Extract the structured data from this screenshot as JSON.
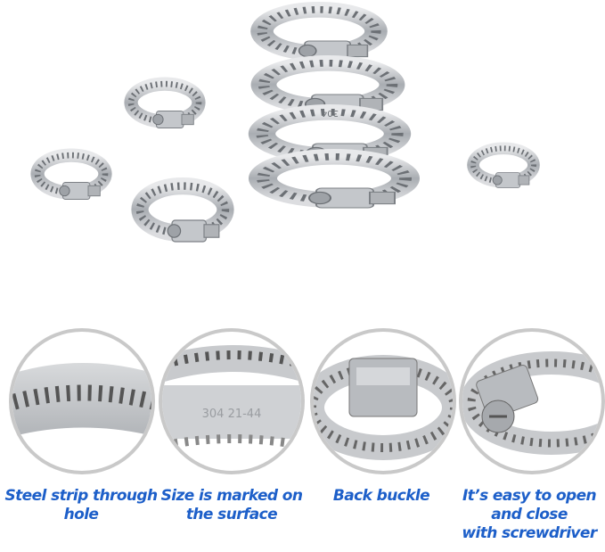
{
  "product": {
    "marking": "304"
  },
  "features": [
    {
      "lines": [
        "Steel strip through",
        "hole"
      ],
      "detail_marking": ""
    },
    {
      "lines": [
        "Size is marked on",
        "the surface"
      ],
      "detail_marking": "304 21-44"
    },
    {
      "lines": [
        "Back buckle"
      ],
      "detail_marking": ""
    },
    {
      "lines": [
        "It’s easy to open",
        "and close",
        "with screwdriver"
      ],
      "detail_marking": ""
    }
  ],
  "colors": {
    "caption": "#1d5fc9",
    "ring": "#c9c9c9",
    "steel": "#b9bcc0"
  }
}
